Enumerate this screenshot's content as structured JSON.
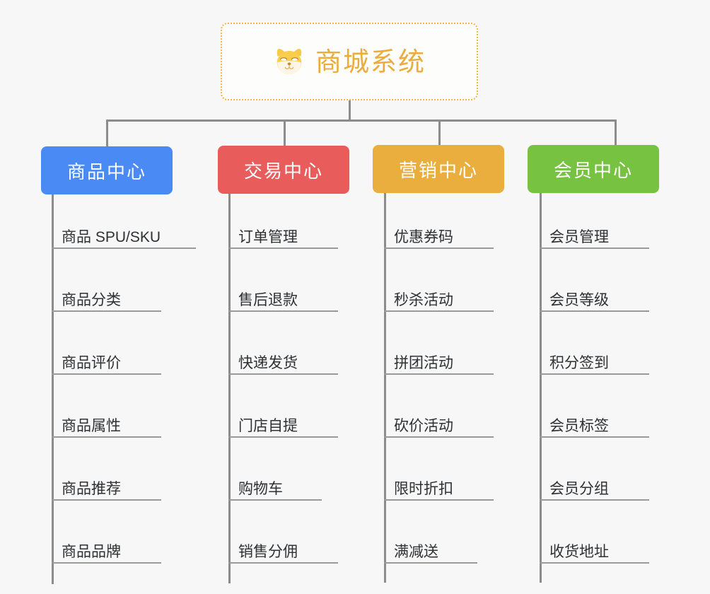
{
  "page": {
    "background_color": "#f7f7f7",
    "type": "mind-map"
  },
  "root": {
    "title": "商城系统",
    "icon": "shiba-dog-icon",
    "text_color": "#eaac3c",
    "border_color": "#f0b93d",
    "background_color": "#fdfdfc"
  },
  "branches": [
    {
      "label": "商品中心",
      "color": "#4a8af4",
      "items": [
        "商品 SPU/SKU",
        "商品分类",
        "商品评价",
        "商品属性",
        "商品推荐",
        "商品品牌"
      ]
    },
    {
      "label": "交易中心",
      "color": "#e85c5c",
      "items": [
        "订单管理",
        "售后退款",
        "快递发货",
        "门店自提",
        "购物车",
        "销售分佣"
      ]
    },
    {
      "label": "营销中心",
      "color": "#eaae3e",
      "items": [
        "优惠券码",
        "秒杀活动",
        "拼团活动",
        "砍价活动",
        "限时折扣",
        "满减送"
      ]
    },
    {
      "label": "会员中心",
      "color": "#78c242",
      "items": [
        "会员管理",
        "会员等级",
        "积分签到",
        "会员标签",
        "会员分组",
        "收货地址"
      ]
    }
  ],
  "connector_color": "#8c8c8c"
}
